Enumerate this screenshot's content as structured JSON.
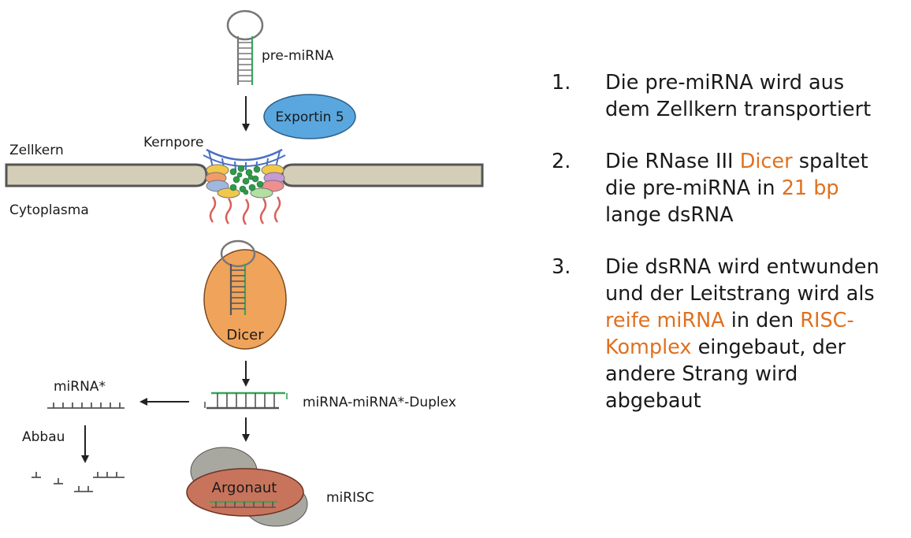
{
  "diagram": {
    "labels": {
      "pre_mirna": "pre-miRNA",
      "exportin": "Exportin 5",
      "zellkern": "Zellkern",
      "kernpore": "Kernpore",
      "cytoplasma": "Cytoplasma",
      "dicer": "Dicer",
      "mirna_star": "miRNA*",
      "duplex": "miRNA-miRNA*-Duplex",
      "abbau": "Abbau",
      "argonaut": "Argonaut",
      "mirisc": "miRISC"
    },
    "colors": {
      "membrane": "#d4cdb8",
      "exportin_fill": "#5aa7df",
      "dicer_fill": "#f0a35a",
      "argonaut_fill": "#c8745c",
      "grey_protein": "#a8a8a0",
      "green_strand": "#3aa55a",
      "red_filaments": "#d9605a",
      "pore_blue": "#4a6fc4"
    }
  },
  "steps": [
    {
      "number": "1.",
      "line1": "Die pre-miRNA wird aus",
      "line2": "dem Zellkern transportiert"
    },
    {
      "number": "2.",
      "line1_a": "Die RNase III ",
      "line1_hl": "Dicer",
      "line1_b": " spaltet",
      "line2_a": "die pre-miRNA in ",
      "line2_hl": "21 bp",
      "line3": "lange dsRNA"
    },
    {
      "number": "3.",
      "line1": "Die dsRNA wird entwunden",
      "line2": "und der Leitstrang wird als",
      "line3_hl1": "reife miRNA",
      "line3_mid": " in den ",
      "line3_hl2": "RISC-",
      "line4_hl": "Komplex",
      "line4_b": " eingebaut, der",
      "line5": "andere Strang wird",
      "line6": "abgebaut"
    }
  ],
  "colors": {
    "highlight": "#e0701e",
    "text": "#1a1a1a"
  }
}
